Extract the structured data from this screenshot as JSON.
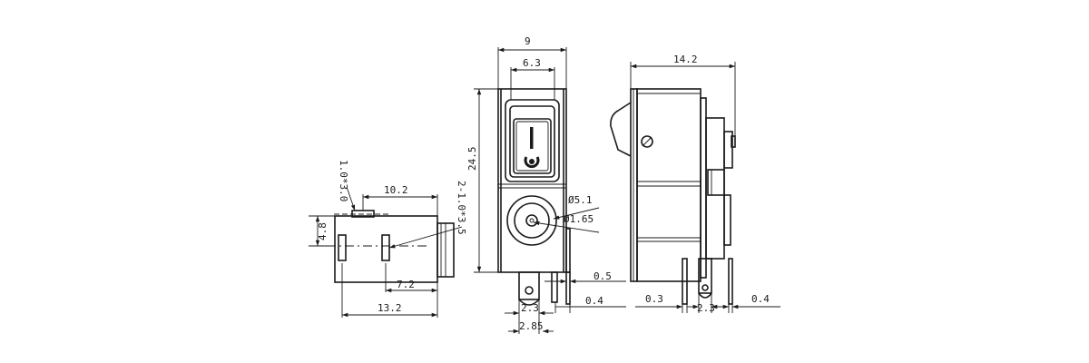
{
  "drawing": {
    "background": "#ffffff",
    "line_color": "#1a1a1a",
    "views": {
      "pcb_footprint": {
        "dims": {
          "slot_small": "1.0*3.0",
          "slot_long": "2-1.0*3.5",
          "width_top": "10.2",
          "height": "4.8",
          "inner": "7.2",
          "total": "13.2"
        }
      },
      "front_view": {
        "dims": {
          "width_outer": "9",
          "width_inner": "6.3",
          "height": "24.5",
          "dia_outer": "Ø5.1",
          "dia_inner": "Ø1.65",
          "pin_pitch": "2.3",
          "pin_width": "2.85",
          "side_gap": "0.5",
          "pin_thick": "0.4"
        },
        "symbol": "power-on-off-symbol-icon"
      },
      "side_view": {
        "dims": {
          "depth": "14.2",
          "pin_thick_left": "0.3",
          "pin_pitch": "2.3",
          "pin_thick_right": "0.4"
        }
      }
    }
  }
}
